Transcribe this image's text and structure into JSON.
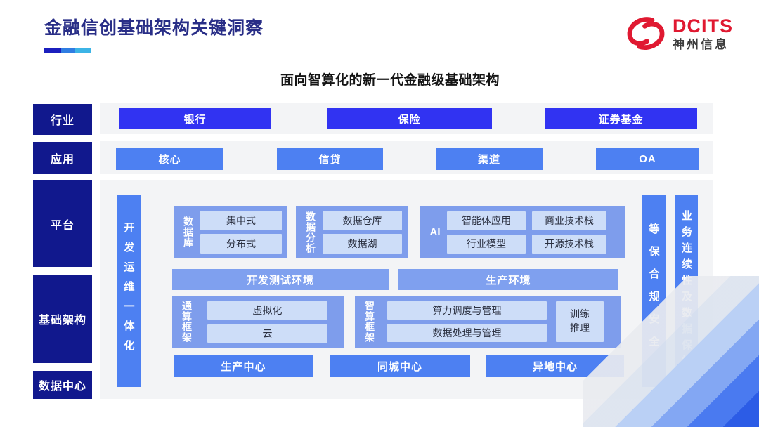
{
  "colors": {
    "navy": "#11188D",
    "vivid_blue": "#3133F2",
    "cornflower_blue": "#4D80F2",
    "periwinkle": "#7E9DEC",
    "light_inner_box": "#CDDDF8",
    "strip_gray": "#F3F4F6",
    "title_navy": "#292E87",
    "logo_red": "#E01931"
  },
  "header": {
    "title": "金融信创基础架构关键洞察",
    "logo_brand": "DCITS",
    "logo_company": "神州信息",
    "subtitle": "面向智算化的新一代金融级基础架构"
  },
  "rows": {
    "industry": {
      "label": "行业",
      "items": [
        "银行",
        "保险",
        "证券基金"
      ]
    },
    "application": {
      "label": "应用",
      "items": [
        "核心",
        "信贷",
        "渠道",
        "OA"
      ]
    },
    "platform": {
      "label": "平台"
    },
    "infrastructure": {
      "label": "基础架构"
    },
    "datacenter": {
      "label": "数据中心"
    }
  },
  "diagram": {
    "devops_bar": "开发运维一体化",
    "database": {
      "label": "数据库",
      "items": [
        "集中式",
        "分布式"
      ]
    },
    "analytics": {
      "label": "数据分析",
      "items": [
        "数据仓库",
        "数据湖"
      ]
    },
    "ai": {
      "label": "AI",
      "items": [
        "智能体应用",
        "商业技术栈",
        "行业模型",
        "开源技术栈"
      ]
    },
    "environments": [
      "开发测试环境",
      "生产环境"
    ],
    "general_framework": {
      "label": "通算框架",
      "items": [
        "虚拟化",
        "云"
      ]
    },
    "intelligent_framework": {
      "label": "智算框架",
      "items": [
        "算力调度与管理",
        "数据处理与管理"
      ],
      "side": "训练\n推理"
    },
    "centers": [
      "生产中心",
      "同城中心",
      "异地中心"
    ],
    "security_bar": "等保合规安全",
    "continuity_bar": "业务连续性及数据保护"
  }
}
